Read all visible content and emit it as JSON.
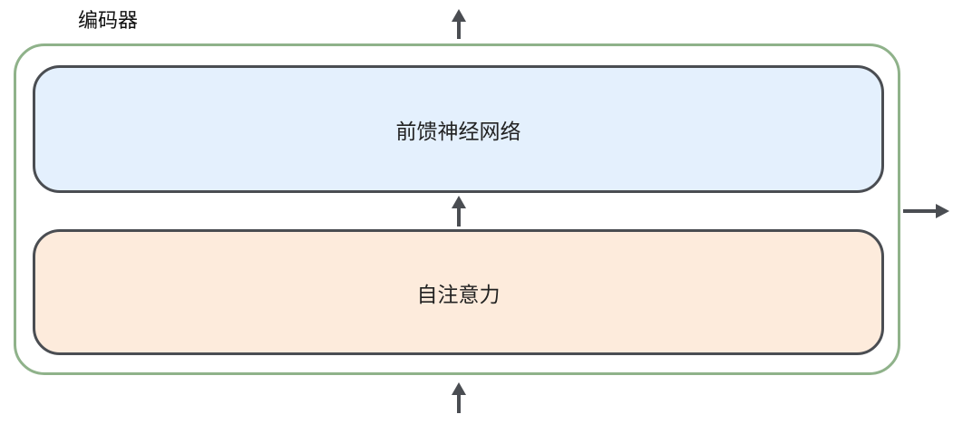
{
  "encoder": {
    "label": "编码器"
  },
  "blocks": {
    "feed_forward": {
      "label": "前馈神经网络",
      "color": "#e4f0fd"
    },
    "self_attention": {
      "label": "自注意力",
      "color": "#fdebdc"
    }
  },
  "colors": {
    "encoder_border": "#8fb28a",
    "block_border": "#4a4d52",
    "arrow": "#4a4d52"
  }
}
